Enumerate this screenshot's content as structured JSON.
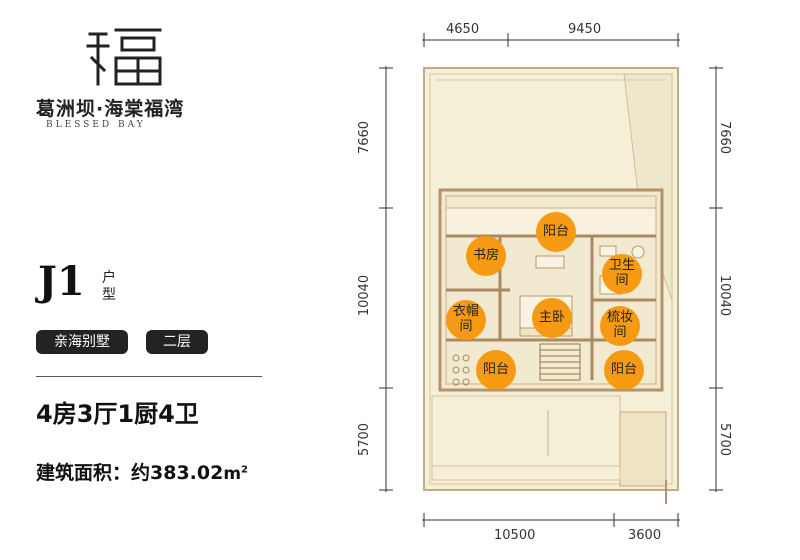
{
  "brand": {
    "name_cn": "葛洲坝·海棠福湾",
    "name_en": "BLESSED BAY",
    "logo_icon": "fu-character-logo-icon"
  },
  "unit": {
    "code": "J1",
    "type_label": "户型",
    "tags": [
      "亲海别墅",
      "二层"
    ],
    "rooms": "4房3厅1厨4卫",
    "area_label": "建筑面积：约383.02",
    "area_unit": "m",
    "area_unit_sup": "2"
  },
  "dimensions": {
    "top": [
      "4650",
      "9450"
    ],
    "bottom": [
      "10500",
      "3600"
    ],
    "left": [
      "7660",
      "10040",
      "5700"
    ],
    "right": [
      "7660",
      "10040",
      "5700"
    ]
  },
  "rooms": {
    "balcony_top": "阳台",
    "study": "书房",
    "bathroom": "卫生间",
    "walk_in_closet": "衣帽间",
    "master_bedroom": "主卧",
    "dressing_room": "梳妆间",
    "balcony_left": "阳台",
    "balcony_right": "阳台"
  },
  "colors": {
    "label_fill": "#f59a12",
    "plan_line": "#c8a878",
    "plan_fill": "#f3ecd4"
  }
}
